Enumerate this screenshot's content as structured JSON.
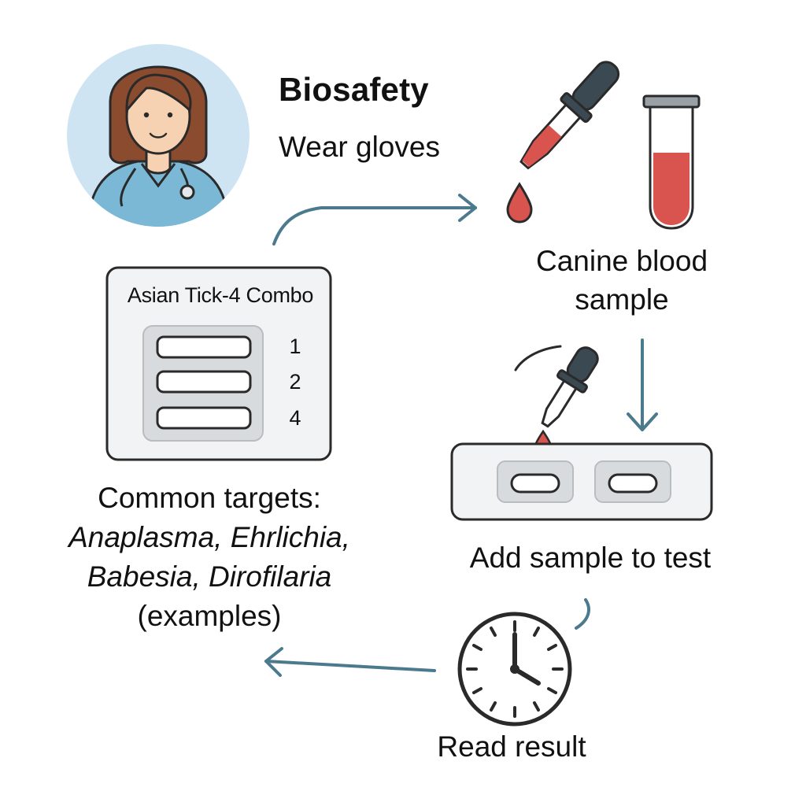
{
  "biosafety": {
    "title": "Biosafety",
    "subtitle": "Wear gloves"
  },
  "sample": {
    "label": "Canine blood sample"
  },
  "add_step": {
    "label": "Add sample to test"
  },
  "read_step": {
    "label": "Read result"
  },
  "test_kit": {
    "name": "Asian Tick-4 Combo",
    "line_labels": [
      "1",
      "2",
      "4"
    ]
  },
  "targets": {
    "heading": "Common targets:",
    "line1": "Anaplasma, Ehrlichia,",
    "line2": "Babesia, Dirofilaria",
    "note": "(examples)"
  },
  "colors": {
    "arrow": "#4b7a8f",
    "outline": "#2a2a2a",
    "blood": "#d9534f",
    "avatar_bg": "#cfe4f3",
    "scrubs": "#7ab8d6",
    "hair": "#8a4b2f",
    "skin": "#f6d2b2",
    "dropper_bulb": "#3b4a52",
    "cassette": "#f2f3f4",
    "window": "#d8dbdd"
  },
  "icons": [
    "health-worker-avatar-icon",
    "stethoscope-icon",
    "dropper-icon",
    "blood-drop-icon",
    "test-tube-icon",
    "test-cassette-icon",
    "clock-icon",
    "arrow-icon"
  ]
}
